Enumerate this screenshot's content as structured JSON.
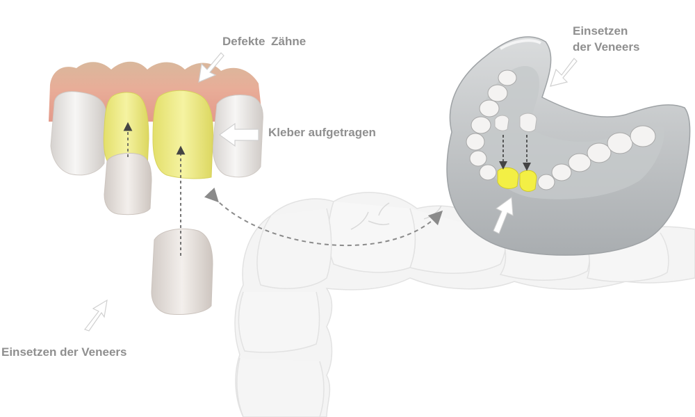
{
  "labels": {
    "defekte_zaehne": "Defekte  Zähne",
    "kleber_aufgetragen": "Kleber aufgetragen",
    "einsetzen_left": "Einsetzen der Veneers",
    "einsetzen_right_line1": "Einsetzen",
    "einsetzen_right_line2": "der Veneers"
  },
  "colors": {
    "label_text": "#8f8f8f",
    "gum": "#e6a894",
    "adhesive_yellow": "#f0ee8a",
    "veneer_yellow": "#f4f04a",
    "tooth_white": "#f3f1ef",
    "jaw_model_gray": "#c3c6c8",
    "background_teeth": "#f1f1f1",
    "arrow_dark": "#444444"
  }
}
